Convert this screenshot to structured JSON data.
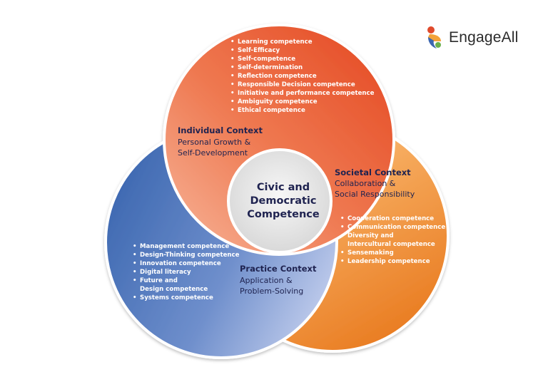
{
  "brand": {
    "name": "EngageAll"
  },
  "center": {
    "line1": "Civic and",
    "line2": "Democratic",
    "line3": "Competence"
  },
  "individual": {
    "title": "Individual Context",
    "subtitle_line1": "Personal Growth &",
    "subtitle_line2": "Self-Development",
    "items": [
      "Learning competence",
      "Self-Efficacy",
      "Self-competence",
      "Self-determination",
      "Reflection competence",
      "Responsible Decision competence",
      "Initiative and performance competence",
      "Ambiguity competence",
      "Ethical competence"
    ]
  },
  "societal": {
    "title": "Societal Context",
    "subtitle_line1": "Collaboration &",
    "subtitle_line2": "Social Responsibility",
    "items": [
      "Cooperation competence",
      "Communication competence",
      "Diversity and",
      "Intercultural competence",
      "Sensemaking",
      "Leadership competence"
    ]
  },
  "practice": {
    "title": "Practice Context",
    "subtitle_line1": "Application &",
    "subtitle_line2": "Problem-Solving",
    "items": [
      "Management competence",
      "Design-Thinking competence",
      "Innovation competence",
      "Digital literacy",
      "Future and",
      "Design competence",
      "Systems competence"
    ]
  },
  "colors": {
    "red_dark": "#e4502a",
    "red_light": "#f4a98a",
    "orange_dark": "#ea7d22",
    "orange_light": "#fbd6ae",
    "blue_dark": "#3e6db4",
    "blue_light": "#bcc7ea",
    "center_gray": "#ececec",
    "text_navy": "#1f2350"
  }
}
